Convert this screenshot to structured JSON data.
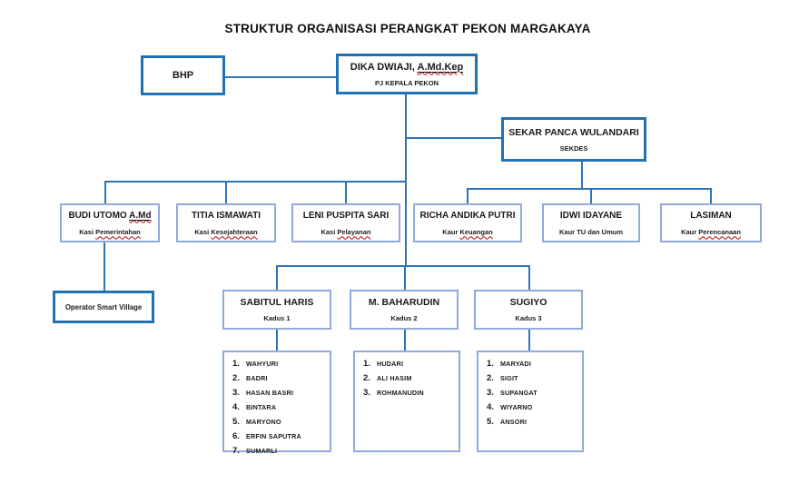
{
  "title": "STRUKTUR ORGANISASI PERANGKAT PEKON MARGAKAYA",
  "colors": {
    "strong_border": "#2271b3",
    "light_border": "#8faadc",
    "connector_line": "#2e75b6",
    "spellcheck_underline": "#c00000",
    "text": "#111111",
    "background": "#ffffff"
  },
  "nodes": {
    "bhp": {
      "name": "BHP"
    },
    "kepala": {
      "name_prefix": "DIKA DWIAJI, ",
      "name_flagged": "A.Md.Kep",
      "role": "PJ KEPALA PEKON"
    },
    "sekdes": {
      "name": "SEKAR PANCA WULANDARI",
      "role": "SEKDES"
    },
    "kasi1": {
      "name_prefix": "BUDI UTOMO ",
      "name_flagged": "A.Md",
      "role_prefix": "Kasi ",
      "role_flagged": "Pemerintahan"
    },
    "kasi2": {
      "name": "TITIA ISMAWATI",
      "role_prefix": "Kasi ",
      "role_flagged": "Kesejahteraan"
    },
    "kasi3": {
      "name": "LENI PUSPITA SARI",
      "role_prefix": "Kasi ",
      "role_flagged": "Pelayanan"
    },
    "kaur1": {
      "name": "RICHA ANDIKA PUTRI",
      "role_prefix": "Kaur ",
      "role_flagged": "Keuangan"
    },
    "kaur2": {
      "name": "IDWI IDAYANE",
      "role": "Kaur TU dan Umum"
    },
    "kaur3": {
      "name": "LASIMAN",
      "role_prefix": "Kaur ",
      "role_flagged": "Perencanaan"
    },
    "operator": {
      "name": "Operator Smart Village"
    },
    "kadus1": {
      "name": "SABITUL HARIS",
      "role": "Kadus 1"
    },
    "kadus2": {
      "name": "M. BAHARUDIN",
      "role": "Kadus 2"
    },
    "kadus3": {
      "name": "SUGIYO",
      "role": "Kadus 3"
    }
  },
  "lists": {
    "kadus1_members": [
      "WAHYURI",
      "BADRI",
      "HASAN BASRI",
      "BINTARA",
      "MARYONO",
      "ERFIN SAPUTRA",
      "SUMARLI"
    ],
    "kadus2_members": [
      "HUDARI",
      "ALI HASIM",
      "ROHMANUDIN"
    ],
    "kadus3_members": [
      "MARYADI",
      "SIGIT",
      "SUPANGAT",
      "WIYARNO",
      "ANSORI"
    ]
  }
}
